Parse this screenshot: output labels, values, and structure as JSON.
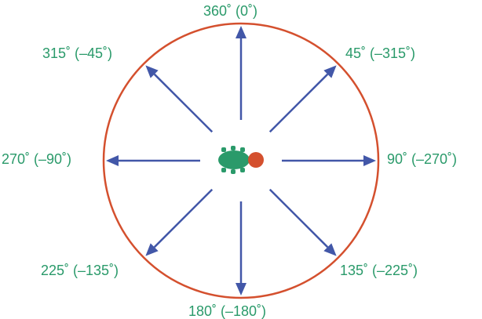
{
  "colors": {
    "circle": "#d4502e",
    "arrow": "#4257a8",
    "label": "#2a9a6a",
    "robot_body": "#2a9a6a",
    "robot_head": "#d4502e"
  },
  "labels": {
    "deg_0": "360˚ (0˚)",
    "deg_45": "45˚ (–315˚)",
    "deg_90": "90˚ (–270˚)",
    "deg_135": "135˚ (–225˚)",
    "deg_180": "180˚ (–180˚)",
    "deg_225": "225˚ (–135˚)",
    "deg_270": "270˚ (–90˚)",
    "deg_315": "315˚ (–45˚)"
  }
}
